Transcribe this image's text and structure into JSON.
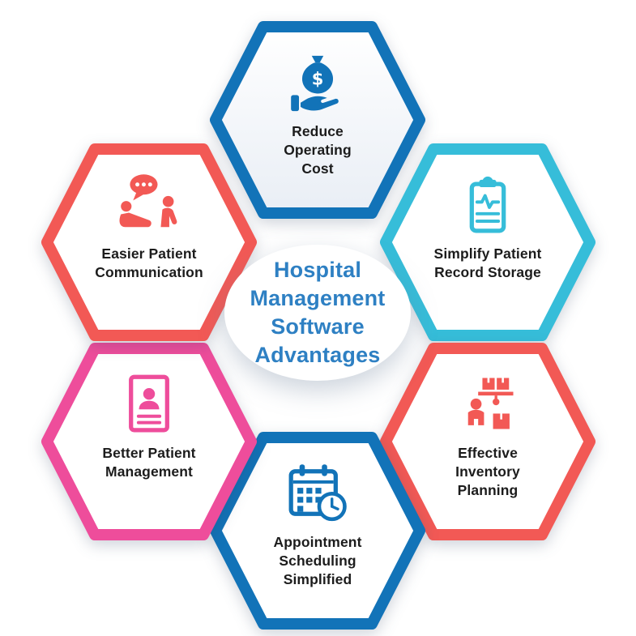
{
  "center": {
    "title": "Hospital\nManagement\nSoftware\nAdvantages",
    "title_color": "#2e80c3"
  },
  "hexagons": [
    {
      "position": "top",
      "label": "Reduce Operating Cost",
      "icon": "money-hand-icon",
      "border_color": "#1273b8"
    },
    {
      "position": "top-right",
      "label": "Simplify Patient Record Storage",
      "icon": "patient-record-clipboard-icon",
      "border_color": "#36bdd9"
    },
    {
      "position": "bottom-right",
      "label": "Effective Inventory Planning",
      "icon": "inventory-boxes-icon",
      "border_color": "#f25955"
    },
    {
      "position": "bottom",
      "label": "Appointment Scheduling Simplified",
      "icon": "calendar-clock-icon",
      "border_color": "#1273b8"
    },
    {
      "position": "bottom-left",
      "label": "Better Patient Management",
      "icon": "patient-id-card-icon",
      "border_color": "#ee4d9b"
    },
    {
      "position": "top-left",
      "label": "Easier Patient Communication",
      "icon": "patient-chat-icon",
      "border_color": "#f25955"
    }
  ]
}
